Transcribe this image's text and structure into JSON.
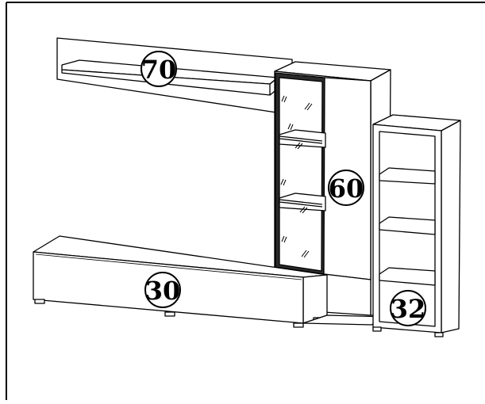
{
  "diagram": {
    "modules": [
      {
        "id": "wall-shelf",
        "number": "70"
      },
      {
        "id": "glass-cabinet",
        "number": "60"
      },
      {
        "id": "tv-stand",
        "number": "30"
      },
      {
        "id": "open-shelf-unit",
        "number": "32"
      }
    ]
  },
  "colors": {
    "line": "#000000",
    "fill": "#ffffff",
    "glass": "#3a3a3a"
  }
}
